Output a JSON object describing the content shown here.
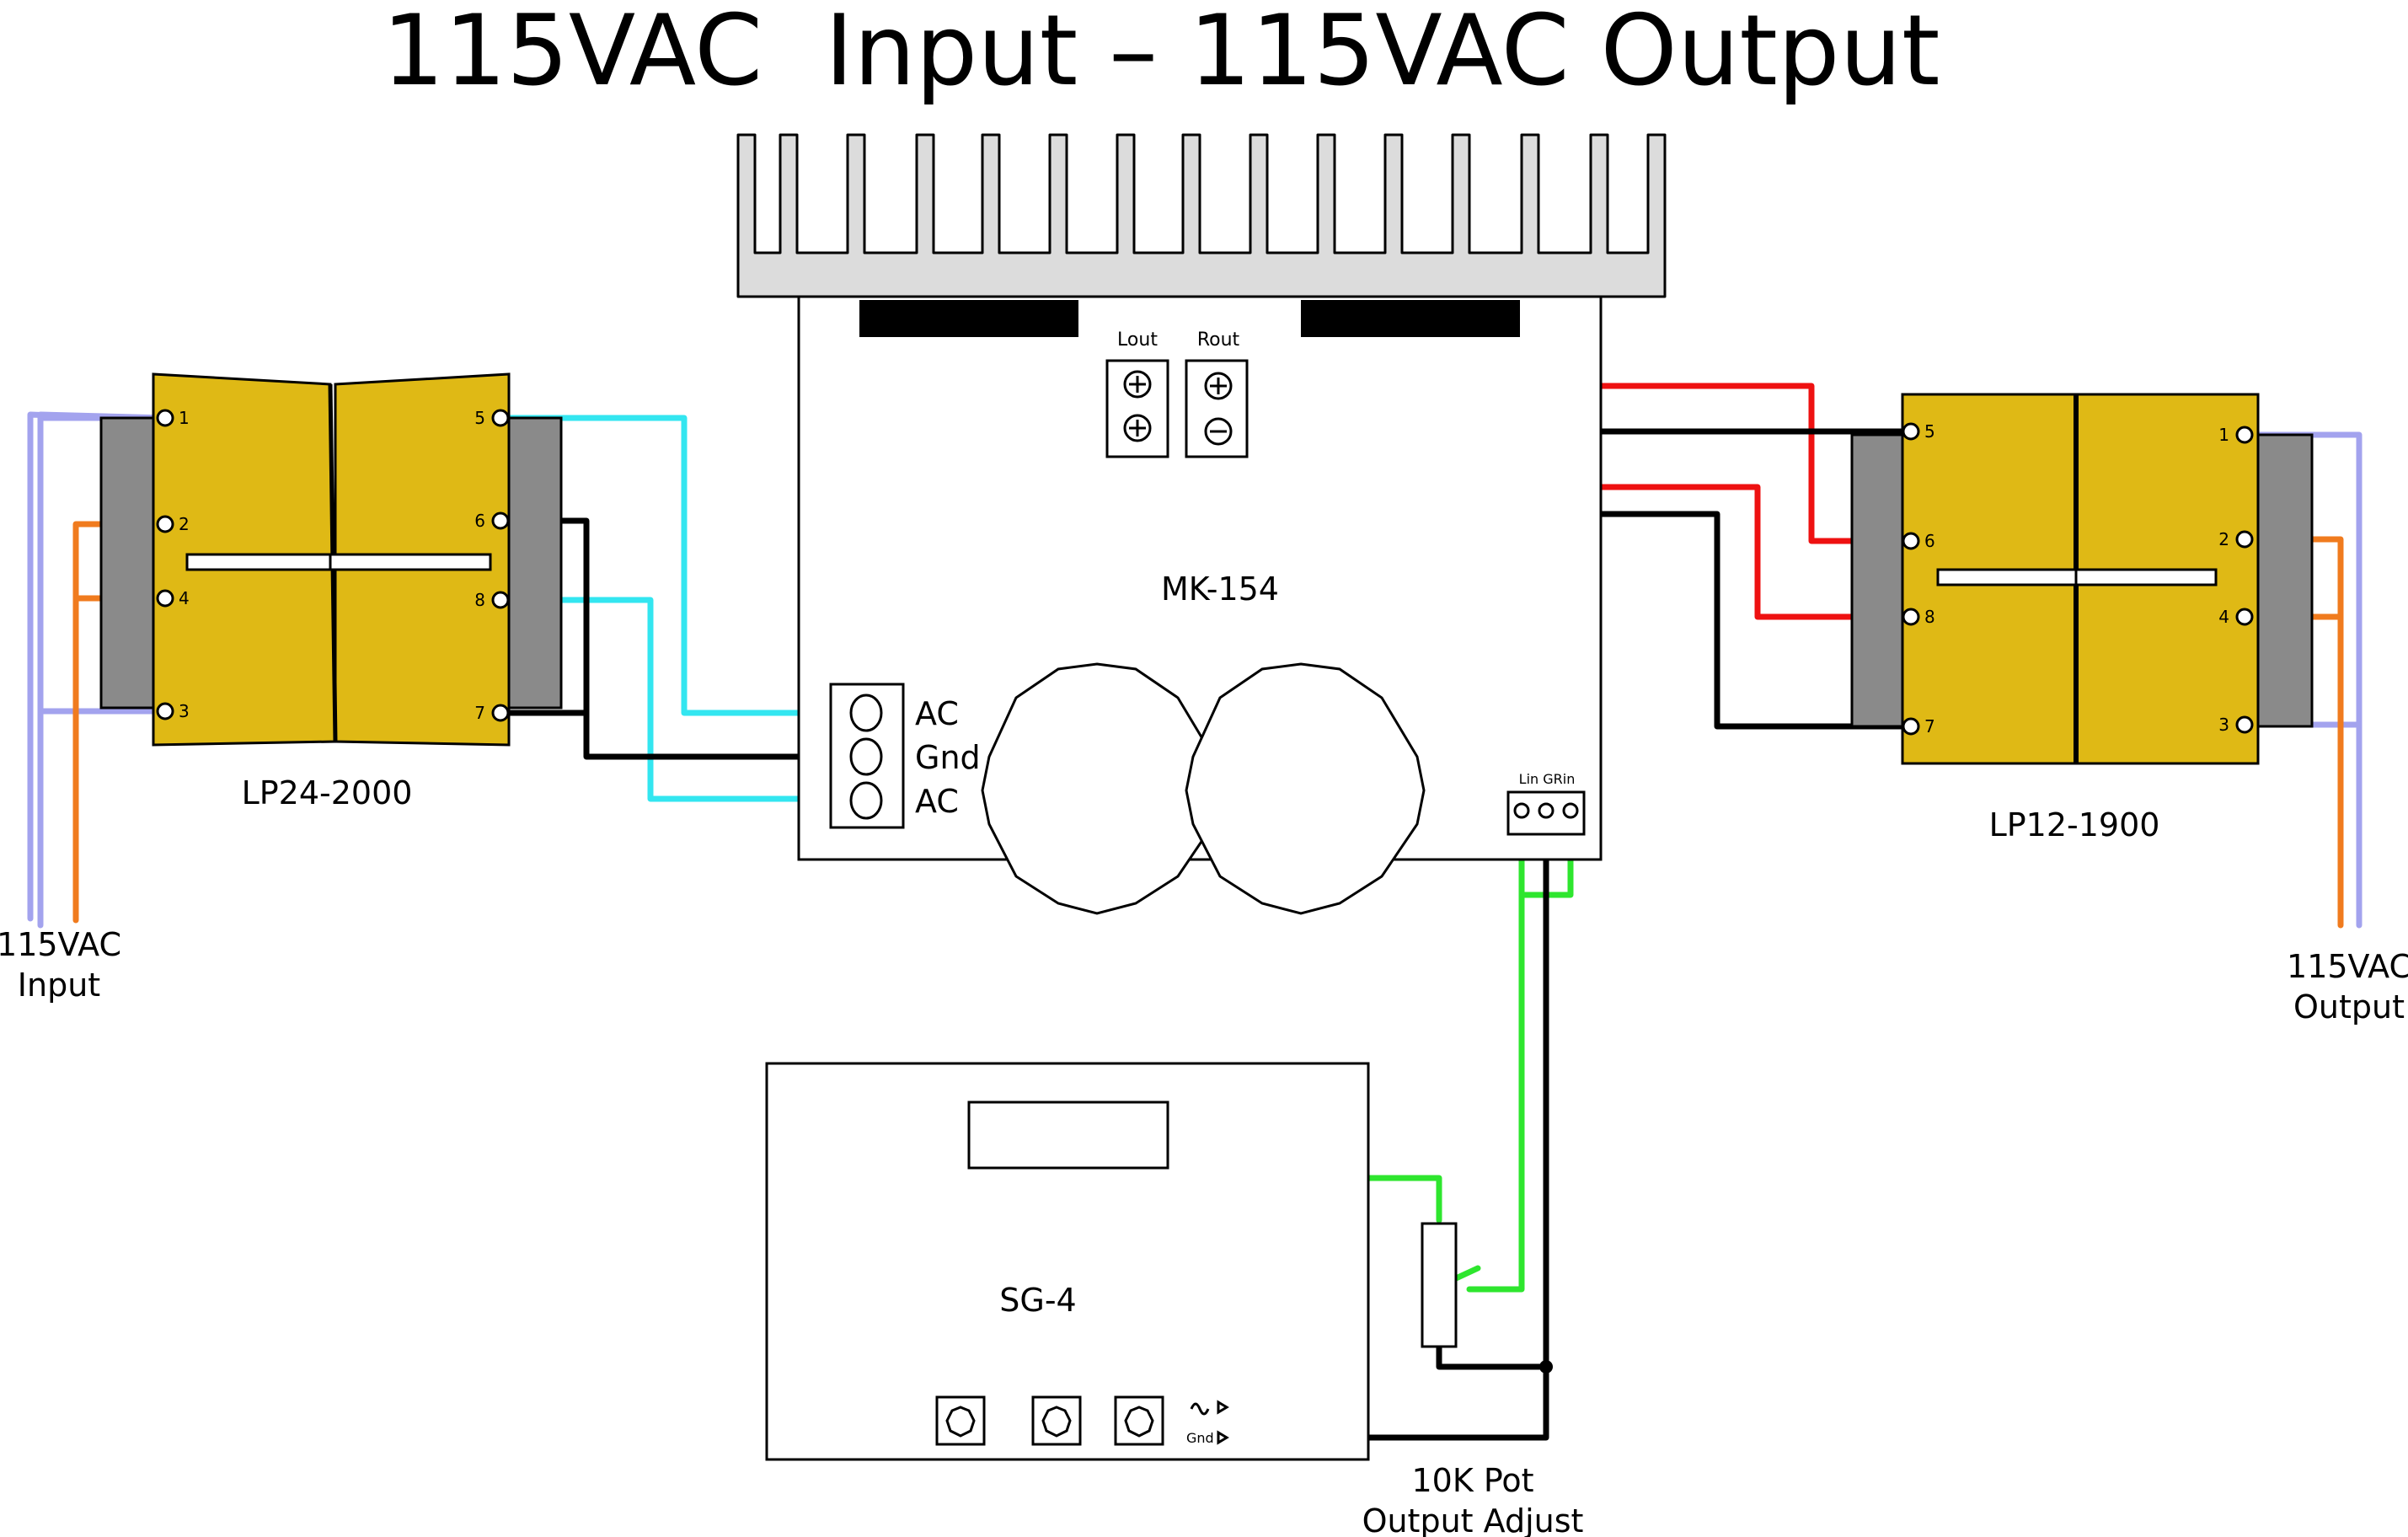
{
  "title": "115VAC  Input – 115VAC Output",
  "components": {
    "amp": "MK-154",
    "input_transformer": "LP24-2000",
    "output_transformer": "LP12-1900",
    "generator": "SG-4",
    "pot_line1": "10K Pot",
    "pot_line2": "Output Adjust"
  },
  "terminals": {
    "lout": "Lout",
    "rout": "Rout",
    "ac_top": "AC",
    "gnd": "Gnd",
    "ac_bottom": "AC",
    "input_header": "Lin GRin",
    "sg_gnd": "Gnd"
  },
  "io": {
    "input_line1": "115VAC",
    "input_line2": "Input",
    "output_line1": "115VAC",
    "output_line2": "Output"
  },
  "pins": {
    "left_primary": [
      "1",
      "2",
      "4",
      "3"
    ],
    "left_secondary": [
      "5",
      "6",
      "8",
      "7"
    ],
    "right_primary": [
      "5",
      "6",
      "8",
      "7"
    ],
    "right_secondary": [
      "1",
      "2",
      "4",
      "3"
    ]
  },
  "colors": {
    "transformer_coil": "#dfb915",
    "transformer_core": "#8a8a8a",
    "heatsink": "#dcdcdc",
    "mains_wire_a": "#a3a3ee",
    "mains_wire_b": "#f07b1e",
    "ac_wire": "#33e6f0",
    "ground_wire": "#000000",
    "speaker_positive_wire": "#ee1111",
    "signal_wire": "#2ee62e"
  }
}
